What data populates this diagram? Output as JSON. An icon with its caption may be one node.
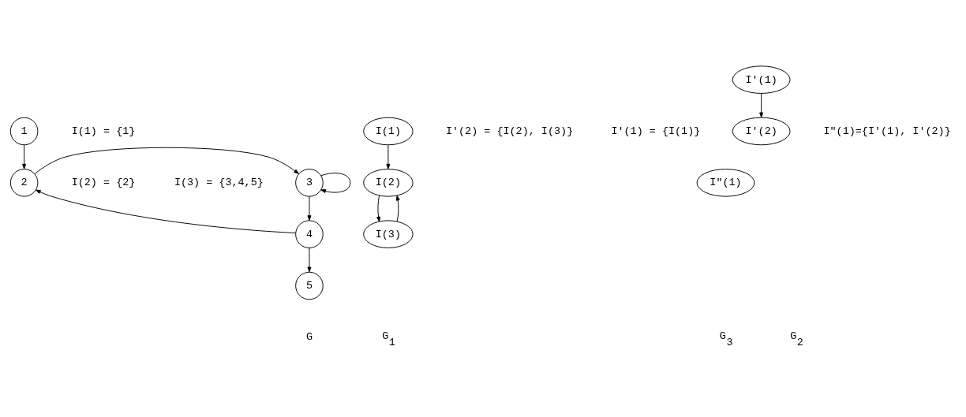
{
  "diagram": {
    "nodes": [
      {
        "text": [
          "1"
        ]
      },
      {
        "text": [
          "2"
        ]
      },
      {
        "text": [
          "3"
        ]
      },
      {
        "text": [
          "4"
        ]
      },
      {
        "text": [
          "5"
        ]
      },
      {
        "text": [
          "I(1)"
        ]
      },
      {
        "text": [
          "I(2)"
        ]
      },
      {
        "text": [
          "I(3)"
        ]
      },
      {
        "text": [
          "I'(1)"
        ]
      },
      {
        "text": [
          "I'(2)"
        ]
      },
      {
        "text": [
          "I\"(1)"
        ]
      }
    ],
    "edges": [
      {
        "from": 0,
        "to": 1,
        "arrow": "to"
      },
      {
        "from": 1,
        "to": 2,
        "arrow": "to"
      },
      {
        "from": 2,
        "to": 2,
        "arrow": "to"
      },
      {
        "from": 2,
        "to": 3,
        "arrow": "to"
      },
      {
        "from": 3,
        "to": 1,
        "arrow": "to"
      },
      {
        "from": 3,
        "to": 4,
        "arrow": "to"
      },
      {
        "from": 5,
        "to": 6,
        "arrow": "to"
      },
      {
        "from": 6,
        "to": 7,
        "arrow": "to"
      },
      {
        "from": 7,
        "to": 6,
        "arrow": "to"
      },
      {
        "from": 8,
        "to": 9,
        "arrow": "to"
      }
    ],
    "labels": [
      "I(1) = {1}",
      "I(2) = {2}",
      "I(3) = {3,4,5}",
      "I'(1) = {I(1)}",
      "I'(2) = {I(2), I(3)}",
      "I\"(1)={I'(1), I'(2)}",
      "G",
      "G$_{1}$",
      "G$_{2}$",
      "G$_{3}$"
    ]
  }
}
